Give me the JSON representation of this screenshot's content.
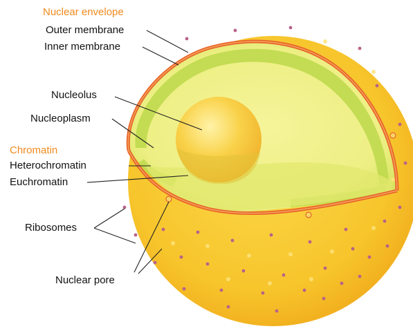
{
  "labels": {
    "nuclear_envelope": "Nuclear envelope",
    "outer_membrane": "Outer membrane",
    "inner_membrane": "Inner membrane",
    "nucleolus": "Nucleolus",
    "nucleoplasm": "Nucleoplasm",
    "chromatin": "Chromatin",
    "heterochromatin": "Heterochromatin",
    "euchromatin": "Euchromatin",
    "ribosomes": "Ribosomes",
    "nuclear_pore": "Nuclear pore"
  },
  "colors": {
    "category_label": "#f08a1e",
    "label": "#111111",
    "nucleus_surface": "#f7c52c",
    "nucleus_surface_shadow": "#f2a81a",
    "membrane": "#e8642a",
    "nucleoplasm": "#eef08a",
    "heterochromatin": "#b9d84a",
    "nucleolus": "#f7c53a",
    "ribosome": "#b8628a",
    "pore": "#f6d566"
  }
}
